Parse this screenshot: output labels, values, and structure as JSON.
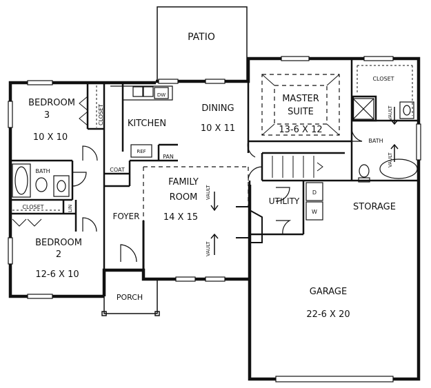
{
  "rooms": {
    "patio": {
      "name": "PATIO"
    },
    "bedroom3": {
      "name": "BEDROOM",
      "number": "3",
      "size": "10 X 10"
    },
    "closet_b3": {
      "name": "CLOSET"
    },
    "kitchen": {
      "name": "KITCHEN"
    },
    "dw": {
      "name": "DW"
    },
    "ref": {
      "name": "REF"
    },
    "pan": {
      "name": "PAN"
    },
    "dining": {
      "name": "DINING",
      "size": "10 X 11"
    },
    "master": {
      "name": "MASTER",
      "name2": "SUITE",
      "size": "13-6 X 12"
    },
    "master_closet": {
      "name": "CLOSET"
    },
    "master_bath": {
      "name": "BATH"
    },
    "vault_master_bath": {
      "name": "VAULT"
    },
    "vault_tub": {
      "name": "VAULT"
    },
    "bath": {
      "name": "BATH"
    },
    "coat": {
      "name": "COAT"
    },
    "family": {
      "name": "FAMILY",
      "name2": "ROOM",
      "size": "14 X 15"
    },
    "vault_family_1": {
      "name": "VAULT"
    },
    "vault_family_2": {
      "name": "VAULT"
    },
    "closet_b2": {
      "name": "CLOSET"
    },
    "lin": {
      "name": "LIN"
    },
    "foyer": {
      "name": "FOYER"
    },
    "utility": {
      "name": "UTILITY"
    },
    "dryer": {
      "name": "D"
    },
    "washer": {
      "name": "W"
    },
    "storage": {
      "name": "STORAGE"
    },
    "bedroom2": {
      "name": "BEDROOM",
      "number": "2",
      "size": "12-6 X 10"
    },
    "porch": {
      "name": "PORCH"
    },
    "garage": {
      "name": "GARAGE",
      "size": "22-6 X 20"
    }
  }
}
